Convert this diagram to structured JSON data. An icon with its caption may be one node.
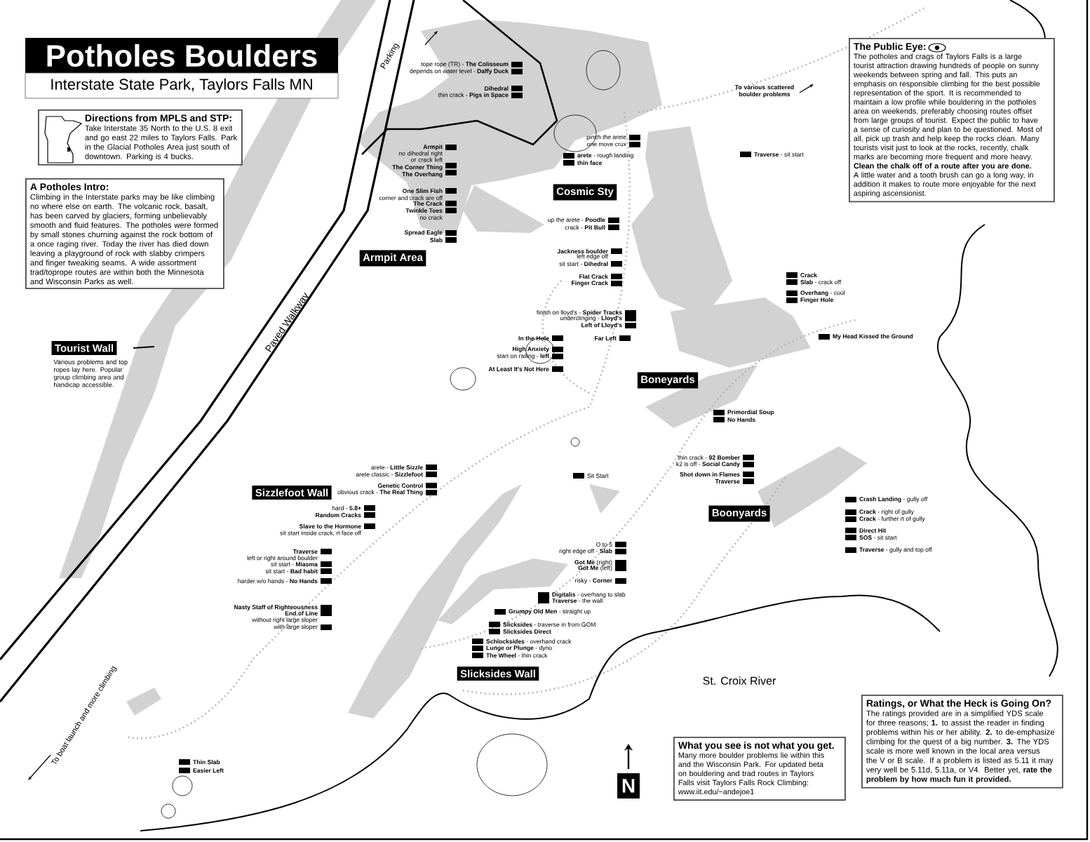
{
  "diagram": {
    "title": "Potholes Boulders",
    "nodes": [
      {
        "text": [
          "Directions from MPLS and STP:",
          "Take Interstate 35 North to the U.S. 8 exit and go east 22 miles to Taylors Falls. Park in the Glacial Potholes Area just south of downtown. Parking is 4 bucks."
        ]
      },
      {
        "text": [
          "A Potholes Intro:",
          "Climbing in the Interstate parks may be like climbing no where else on earth. The volcanic rock, basalt, has been carved by glaciers, forming unbelievably smooth and fluid features. The potholes were formed by small stones churning against the rock bottom of a once raging river. Today the river has died down leaving a playground of rock with slabby crimpers and finger tweaking seams. A wide assortment trad/toprope routes are within both the Minnesota and Wisconsin Parks as well."
        ]
      },
      {
        "text": [
          "Tourist Wall"
        ],
        "beside": [
          "Various problems and top ropes lay here. Popular group climbing area and handicap accessible."
        ]
      },
      {
        "text": [
          "Armpit Area"
        ]
      },
      {
        "text": [
          "Cosmic Sty"
        ]
      },
      {
        "text": [
          "Boneyards"
        ]
      },
      {
        "text": [
          "Sizzlefoot Wall"
        ]
      },
      {
        "text": [
          "Boonyards"
        ]
      },
      {
        "text": [
          "Slicksides Wall"
        ]
      },
      {
        "text": [
          "The Public Eye:",
          "The potholes and crags of Taylors Falls is a large tourist attraction drawing hundreds of people on sunny weekends between spring and fall. This puts an emphasis on responsible climbing for the best possible representation of the sport. It is recommended to maintain a low profile while bouldering in the potholes area on weekends, preferably choosing routes offset from large groups of tourist. Expect the public to have a sense of curiosity and plan to be questioned. Most of all, pick up trash and help keep the rocks clean. Many tourists visit just to look at the rocks, recently, chalk marks are becoming more frequent and more heavy. **Clean the chalk off of a route after you are done.** A little water and a tooth brush can go a long way, in addition it makes to route more enjoyable for the next aspiring ascensionist."
        ]
      },
      {
        "text": [
          "What you see is not what you get.",
          "Many more boulder problems lie within this and the Wisconsin Park. For updated beta on bouldering and trad routes in Taylors Falls visit Taylors Falls Rock Climbing: www.iit.edu/~andejoe1"
        ]
      },
      {
        "text": [
          "Ratings, or What the Heck is Going On?",
          "The ratings provided are in a simplified YDS scale for three reasons; **1.** to assist the reader in finding problems within his or her ability. **2.** to de-emphasize climbing for the quest of a big number. **3.** The YDS scale is more well known in the local area versus the V or B scale. If a problem is listed as 5.11 it may very well be 5.11d, 5.11a, or V4. Better yet, **rate the problem by how much fun it provided.**"
        ]
      }
    ],
    "labels": [
      "Interstate State Park, Taylors Falls MN",
      "tope rope (TR) - **The Colisseum**",
      "depends on water level - **Daffy Duck**",
      "Dihedral",
      "thin crack - **Pigs in Space**",
      "Armpit",
      "no dihedral right or crack left",
      "The Corner Thing",
      "The Overhang",
      "One Slim Fish",
      "corner and crack are off",
      "The Crack",
      "Twinkle Toes",
      "no crack",
      "Spread Eagle",
      "Slab",
      "**arete** - rough landing",
      "thin face",
      "pinch the arete",
      "one move crux",
      "**Traverse** - sit start",
      "up the arete - **Poodle**",
      "crack - **Pit Bull**",
      "Jackness boulder",
      "left edge off",
      "sit start - **Dihedral**",
      "Flat Crack",
      "Finger Crack",
      "Crack",
      "**Slab** - crack off",
      "**Overhang** - cool",
      "Finger Hole",
      "finish on lloyd's - **Spider Tracks**",
      "underclinging - **Lloyd's**",
      "Left of Lloyd's",
      "In the Hole",
      "Far Left",
      "High Anxiety",
      "start on railing - **left**",
      "At Least It's Not Here",
      "My Head Kissed the Ground",
      "Primordial Soup",
      "No Hands",
      "thin crack - **92 Bomber**",
      "k2 is off - **Social Candy**",
      "Shot down in Flames",
      "Traverse",
      "**Crash Landing** - gully off",
      "**Crack** - right of gully",
      "**Crack** - further rt of gully",
      "Direct Hit",
      "**SOS** - sit start",
      "**Traverse** - gully and top off",
      "Sit Start",
      "arete - **Little Sizzle**",
      "arete classic - **Sizzlefoot**",
      "Genetic Control",
      "obvious crack - **The Real Thing**",
      "hard - **5.8+**",
      "Random Cracks",
      "Slave to the Hormone",
      "sit start inside crack, rt face off",
      "Traverse",
      "left or right around boulder",
      "sit start - **Miasma**",
      "sit start - **Bad habit**",
      "harder w/o hands - **No Hands**",
      "Nasty Staff of Righteousness",
      "End of Line",
      "without right large sloper",
      "with large sloper",
      "O to 5",
      "right edge off - **Slab**",
      "**Got Me** (right)",
      "**Got Me** (left)",
      "risky - **Corner**",
      "**Digitalis** - overhang to slab",
      "**Traverse** - the wall",
      "**Grumpy Old Men** - straight up",
      "**Slicksides** - traverse in from GOM",
      "Slicksides Direct",
      "**Schlocksides** - overhand crack",
      "**Lunge or Plunge** - dyno",
      "**The Wheel** - thin crack",
      "Thin Slab",
      "Easier Left",
      "Paved Walkway",
      "Parking",
      "To various scattered boulder problems",
      "St. Croix River",
      "To boat launch and more climbing",
      "N"
    ]
  }
}
